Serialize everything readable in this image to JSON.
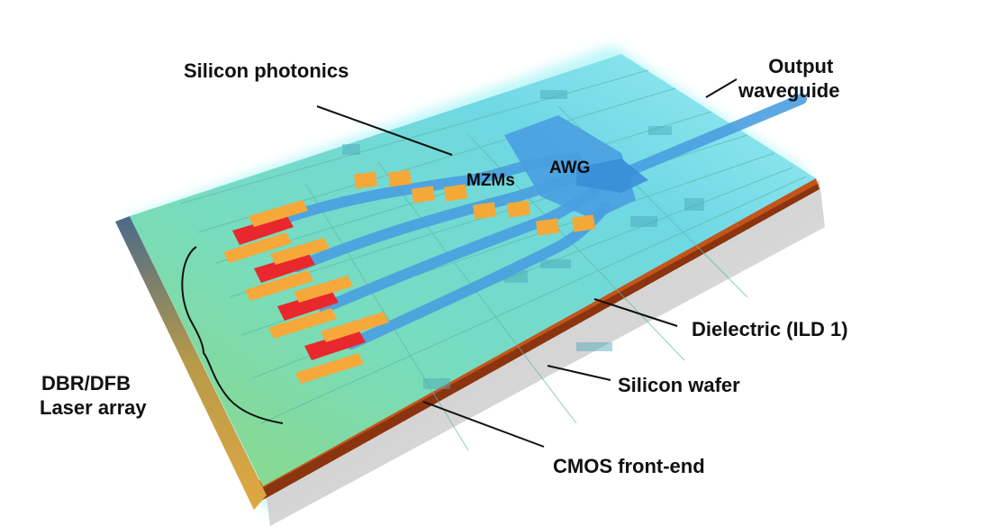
{
  "labels": {
    "silicon_photonics": "Silicon photonics",
    "output_waveguide_line1": "Output",
    "output_waveguide_line2": "waveguide",
    "mzms": "MZMs",
    "awg": "AWG",
    "dielectric": "Dielectric (ILD 1)",
    "silicon_wafer": "Silicon wafer",
    "cmos_front_end": "CMOS front-end",
    "laser_array_line1": "DBR/DFB",
    "laser_array_line2": "Laser array"
  },
  "colors": {
    "chip_top": "#6fe0d8",
    "chip_glow": "#8af0f4",
    "waveguide": "#4a9fe0",
    "laser_orange": "#f6a83a",
    "laser_red": "#e8282c",
    "modulator_orange": "#f4a838",
    "cmos_layer": "#c5541a",
    "wafer_side": "#d4d4d4",
    "leader_line": "#111111"
  }
}
